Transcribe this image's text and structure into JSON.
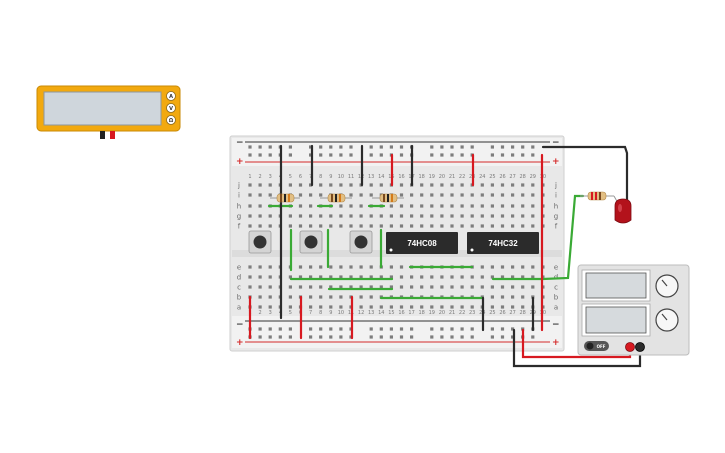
{
  "multimeter": {
    "buttons": [
      "A",
      "V",
      "Ω"
    ]
  },
  "breadboard": {
    "row_letters_top": [
      "j",
      "i",
      "h",
      "g",
      "f"
    ],
    "row_letters_bottom": [
      "e",
      "d",
      "c",
      "b",
      "a"
    ],
    "columns": 30,
    "rail_plus": "+",
    "rail_minus": "−"
  },
  "chips": [
    {
      "label": "74HC08"
    },
    {
      "label": "74HC32"
    }
  ],
  "power_supply": {
    "off_label": "OFF"
  },
  "colors": {
    "board": "#e8e8e8",
    "rail_red": "#d42a2a",
    "rail_black": "#333333",
    "wire_green": "#3aaa35",
    "wire_red": "#d71920",
    "wire_black": "#2b2b2b",
    "multimeter_body": "#f2a90f",
    "multimeter_screen": "#cfd6dc",
    "chip": "#2b2b2b",
    "led": "#b3121b",
    "ps_body": "#e3e3e3"
  }
}
